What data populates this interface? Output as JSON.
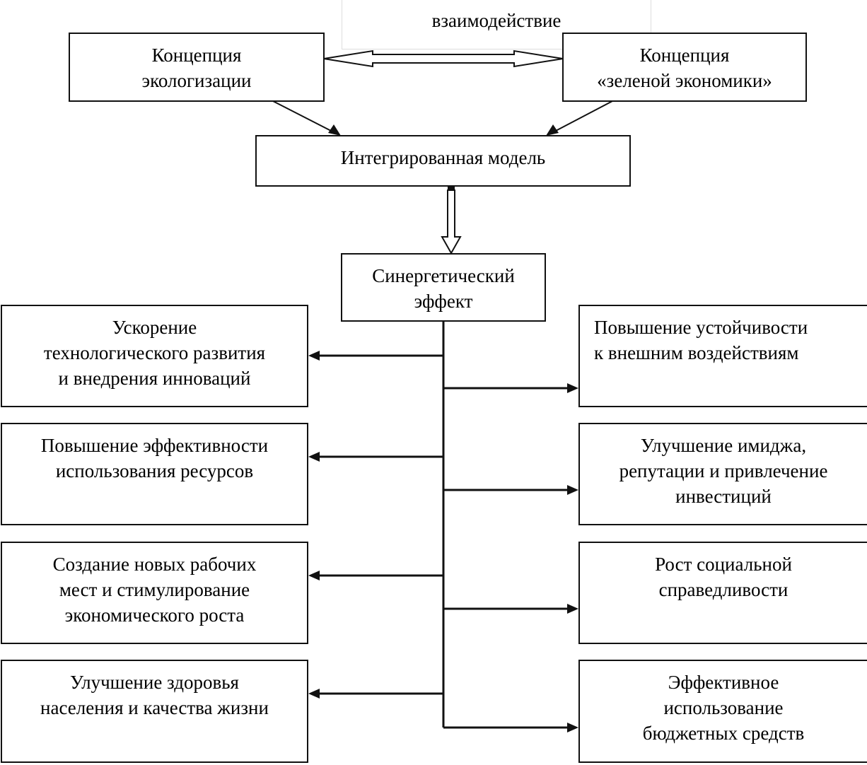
{
  "interaction_label": "взаимодействие",
  "top_left": {
    "lines": [
      "Концепция",
      "экологизации"
    ]
  },
  "top_right": {
    "lines": [
      "Концепция",
      "«зеленой экономики»"
    ]
  },
  "integrated": {
    "lines": [
      "Интегрированная модель"
    ]
  },
  "synergy": {
    "lines": [
      "Синергетический",
      "эффект"
    ]
  },
  "left_effects": [
    {
      "lines": [
        "Ускорение",
        "технологического развития",
        "и внедрения инноваций"
      ]
    },
    {
      "lines": [
        "Повышение эффективности",
        "использования ресурсов"
      ]
    },
    {
      "lines": [
        "Создание новых рабочих",
        "мест и стимулирование",
        "экономического роста"
      ]
    },
    {
      "lines": [
        "Улучшение здоровья",
        "населения и качества жизни"
      ]
    }
  ],
  "right_effects": [
    {
      "lines": [
        "Повышение устойчивости",
        "к внешним воздействиям"
      ]
    },
    {
      "lines": [
        "Улучшение имиджа,",
        "репутации и привлечение",
        "инвестиций"
      ]
    },
    {
      "lines": [
        "Рост социальной",
        "справедливости"
      ]
    },
    {
      "lines": [
        "Эффективное",
        "использование",
        "бюджетных средств"
      ]
    }
  ]
}
